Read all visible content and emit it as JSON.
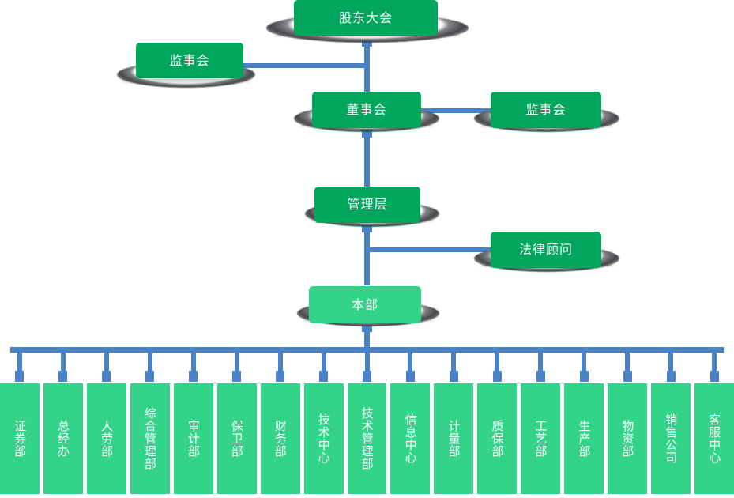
{
  "diagram": {
    "title_node": "股东大会",
    "nodes": {
      "shareholders": "股东大会",
      "supervisors_left": "监事会",
      "board": "董事会",
      "supervisors_right": "监事会",
      "management": "管理层",
      "legal_counsel": "法律顾问",
      "headquarters": "本部"
    },
    "departments": [
      "证券部",
      "总经办",
      "人劳部",
      "综合管理部",
      "审计部",
      "保卫部",
      "财务部",
      "技术中心",
      "技术管理部",
      "信息中心",
      "计量部",
      "质保部",
      "工艺部",
      "生产部",
      "物资部",
      "销售公司",
      "客服中心"
    ],
    "colors": {
      "node_green": "#00a65c",
      "department_green": "#33d489",
      "connector_blue": "#4a82c8",
      "text_white": "#ffffff"
    }
  }
}
